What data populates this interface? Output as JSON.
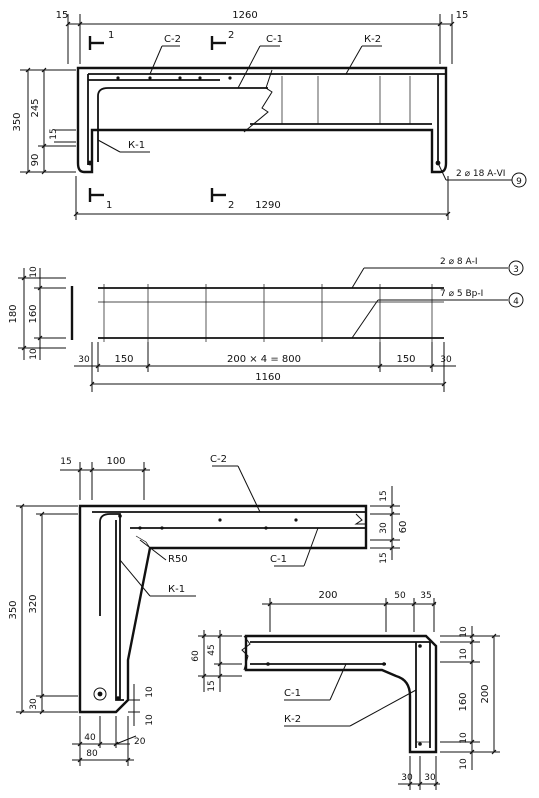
{
  "elevation": {
    "overall_top": "1260",
    "overall_bottom": "1290",
    "edge_left": "15",
    "edge_right": "15",
    "height_total": "350",
    "height_upper": "245",
    "height_lower": "90",
    "step": "15",
    "label_c2": "С-2",
    "label_c1": "С-1",
    "label_k2": "К-2",
    "label_k1": "К-1",
    "rebar_note": "2 ⌀ 18 А-VI",
    "pos_9": "9",
    "sec1_top": "1",
    "sec1_bottom": "1",
    "sec2_top": "2",
    "sec2_bottom": "2"
  },
  "cage": {
    "rebar_top": "2 ⌀ 8 А-I",
    "rebar_bot": "7 ⌀ 5 Вр-I",
    "pos_3": "3",
    "pos_4": "4",
    "h_total": "180",
    "h_top": "10",
    "h_mid": "160",
    "h_bot": "10",
    "d_30a": "30",
    "d_150a": "150",
    "d_mid": "200 × 4 = 800",
    "d_150b": "150",
    "d_30b": "30",
    "d_total": "1160"
  },
  "section1": {
    "top_15": "15",
    "top_100": "100",
    "label_c2": "С-2",
    "label_c1": "С-1",
    "label_k1": "К-1",
    "radius": "R50",
    "h_350": "350",
    "h_320": "320",
    "h_30": "30",
    "r_15a": "15",
    "r_30": "30",
    "r_60": "60",
    "r_15b": "15",
    "b_10a": "10",
    "b_10b": "10",
    "b_40": "40",
    "b_20": "20",
    "b_80": "80"
  },
  "section2": {
    "top_200": "200",
    "top_50": "50",
    "top_35": "35",
    "l_60": "60",
    "l_45": "45",
    "l_15": "15",
    "label_c1": "С-1",
    "label_k2": "К-2",
    "r_10a": "10",
    "r_10b": "10",
    "r_160": "160",
    "r_10c": "10",
    "r_10d": "10",
    "r_200": "200",
    "b_30a": "30",
    "b_30b": "30"
  }
}
